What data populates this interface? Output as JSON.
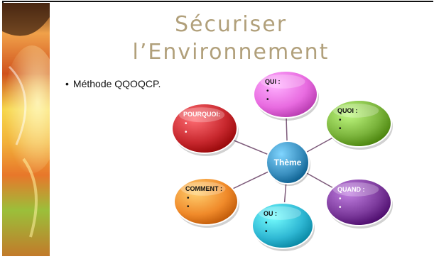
{
  "slide": {
    "title_line1": "Sécuriser",
    "title_line2": "l’Environnement",
    "bullet_text": "Méthode QQOQCP."
  },
  "diagram": {
    "center": {
      "label": "Thème",
      "color": "#3a8fbf"
    },
    "nodes": [
      {
        "label": "QUI :",
        "color": "#e86be0",
        "bullets": [
          "•",
          "•"
        ]
      },
      {
        "label": "QUOI :",
        "color": "#7ab33b",
        "bullets": [
          "•",
          "•"
        ]
      },
      {
        "label": "QUAND :",
        "color": "#7c3a9c",
        "bullets": [
          "•",
          "•"
        ]
      },
      {
        "label": "OU :",
        "color": "#2fb8d4",
        "bullets": [
          "•",
          "•"
        ]
      },
      {
        "label": "COMMENT :",
        "color": "#f08a2a",
        "bullets": [
          "•",
          "•"
        ]
      },
      {
        "label": "POURQUOI:",
        "color": "#c8282e",
        "bullets": [
          "•",
          "•"
        ]
      }
    ],
    "connector_color": "#7d5a7a"
  },
  "colors": {
    "title": "#b1a07b",
    "band_orange": "#e8772a",
    "band_yellow": "#f6d64a",
    "band_green": "#9bbf3a"
  }
}
